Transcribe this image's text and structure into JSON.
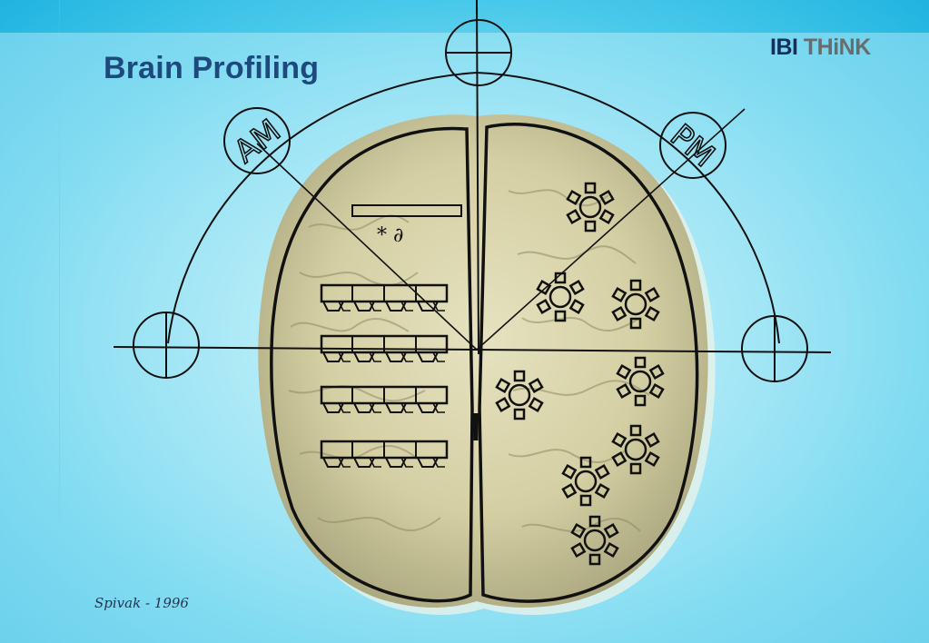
{
  "slide": {
    "title": "Brain Profiling",
    "logo": {
      "part1": "IBI",
      "part2": "THiNK"
    },
    "credit": "Spivak - 1996"
  },
  "diagram": {
    "arc_labels": {
      "left": "AM",
      "right": "PM"
    },
    "left_hemisphere_symbols": "* ∂",
    "colors": {
      "title": "#1d4a7c",
      "logo_primary": "#12305a",
      "logo_secondary": "#6b6b6b",
      "brain": "#d8d3a7",
      "ink": "#111111",
      "background": "#49c9ea"
    }
  }
}
